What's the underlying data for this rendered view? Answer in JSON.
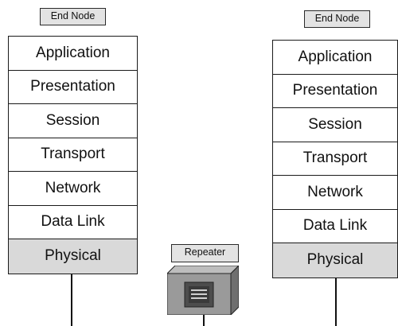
{
  "left_node": {
    "tag": "End Node",
    "layers": [
      "Application",
      "Presentation",
      "Session",
      "Transport",
      "Network",
      "Data Link",
      "Physical"
    ]
  },
  "right_node": {
    "tag": "End Node",
    "layers": [
      "Application",
      "Presentation",
      "Session",
      "Transport",
      "Network",
      "Data Link",
      "Physical"
    ]
  },
  "repeater": {
    "tag": "Repeater"
  }
}
